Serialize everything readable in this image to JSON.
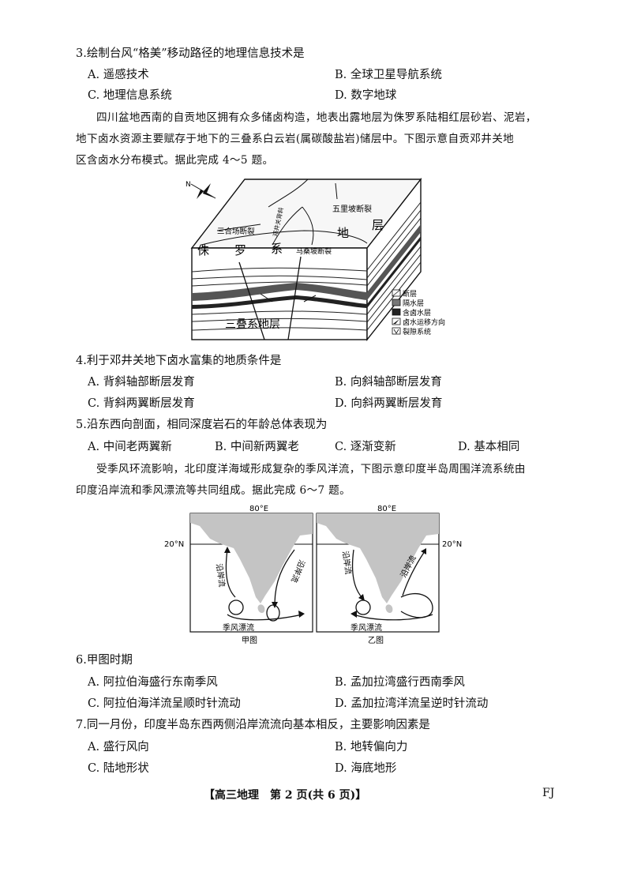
{
  "q3": {
    "stem": "3.绘制台风“格美”移动路径的地理信息技术是",
    "options": [
      "A. 遥感技术",
      "B. 全球卫星导航系统",
      "C. 地理信息系统",
      "D. 数字地球"
    ]
  },
  "passage1": {
    "lines": [
      "四川盆地西南的自贡地区拥有众多储卤构造，地表出露地层为侏罗系陆相红层砂岩、泥岩，",
      "地下卤水资源主要赋存于地下的三叠系白云岩(属碳酸盐岩)储层中。下图示意自贡邓井关地",
      "区含卤水分布模式。据此完成 4～5 题。"
    ]
  },
  "figure1": {
    "compass": "N",
    "labels": {
      "wuli": "五里坡断裂",
      "sanhe": "三合场断裂",
      "dengjing": "邓井关背斜",
      "masang": "马桑坡断裂",
      "di": "地",
      "ceng": "层",
      "zhu": "侏",
      "luo": "罗",
      "xi": "系",
      "triassic": "三叠系地层"
    },
    "legend": [
      "断层",
      "隔水层",
      "含卤水层",
      "卤水运移方向",
      "裂隙系统"
    ]
  },
  "q4": {
    "stem": "4.利于邓井关地下卤水富集的地质条件是",
    "options": [
      "A. 背斜轴部断层发育",
      "B. 向斜轴部断层发育",
      "C. 背斜两翼断层发育",
      "D. 向斜两翼断层发育"
    ]
  },
  "q5": {
    "stem": "5.沿东西向剖面，相同深度岩石的年龄总体表现为",
    "options": [
      "A. 中间老两翼新",
      "B. 中间新两翼老",
      "C. 逐渐变新",
      "D. 基本相同"
    ]
  },
  "passage2": {
    "lines": [
      "受季风环流影响，北印度洋海域形成复杂的季风洋流，下图示意印度半岛周围洋流系统由",
      "印度沿岸流和季风漂流等共同组成。据此完成 6～7 题。"
    ]
  },
  "figure2": {
    "lon": "80°E",
    "lat": "20°N",
    "coastal": "沿岸流",
    "drift": "季风漂流",
    "map_a": "甲图",
    "map_b": "乙图"
  },
  "q6": {
    "stem": "6.甲图时期",
    "options": [
      "A. 阿拉伯海盛行东南季风",
      "B. 孟加拉湾盛行西南季风",
      "C. 阿拉伯海洋流呈顺时针流动",
      "D. 孟加拉湾洋流呈逆时针流动"
    ]
  },
  "q7": {
    "stem": "7.同一月份，印度半岛东西两侧沿岸流流向基本相反，主要影响因素是",
    "options": [
      "A. 盛行风向",
      "B. 地转偏向力",
      "C. 陆地形状",
      "D. 海底地形"
    ]
  },
  "footer": {
    "center": "【高三地理　第 2 页(共 6 页)】",
    "right": "FJ"
  }
}
